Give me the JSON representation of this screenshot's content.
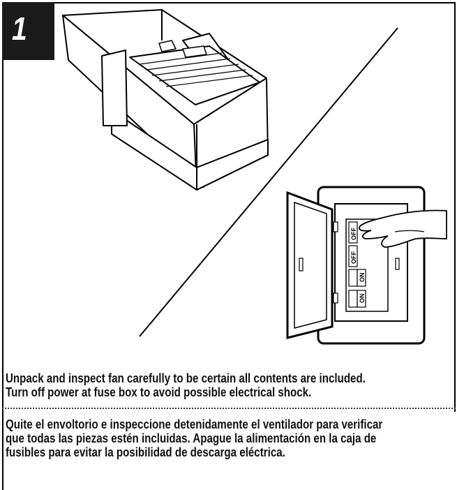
{
  "step": {
    "number": "1"
  },
  "english": {
    "lines": [
      "Unpack and inspect fan carefully to be certain all contents are included.",
      "Turn off power at fuse box to avoid possible electrical shock."
    ]
  },
  "spanish": {
    "lines": [
      "Quite el envoltorio e inspeccione detenidamente el ventilador para verificar",
      "que todas las piezas estén incluidas. Apague la alimentación en la caja de",
      "fusibles para evitar la posibilidad de descarga eléctrica."
    ]
  },
  "breaker_labels": {
    "off_1": "OFF",
    "off_2": "OFF",
    "on_1": "ON",
    "on_2": "ON"
  }
}
